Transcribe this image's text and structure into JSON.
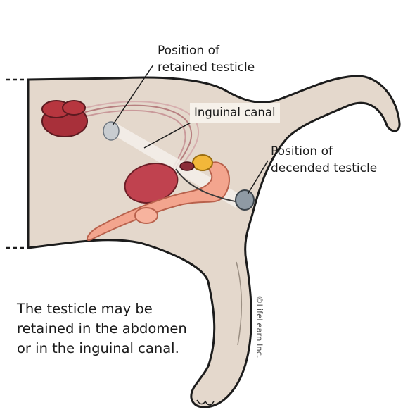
{
  "labels": {
    "retained_line1": "Position of",
    "retained_line2": "retained testicle",
    "inguinal": "Inguinal canal",
    "descended_line1": "Position of",
    "descended_line2": "decended testicle"
  },
  "caption": {
    "line1": "The testicle may be",
    "line2": "retained in the abdomen",
    "line3": "or in the inguinal canal."
  },
  "copyright": "©LifeLearn Inc.",
  "colors": {
    "body_fill": "#e4d8cc",
    "outline": "#1c1c1c",
    "kidney": "#a8303a",
    "bladder": "#c0424f",
    "penis": "#f3a58e",
    "epididymis": "#f2b73a",
    "testicle_gray": "#8f9aa4"
  }
}
